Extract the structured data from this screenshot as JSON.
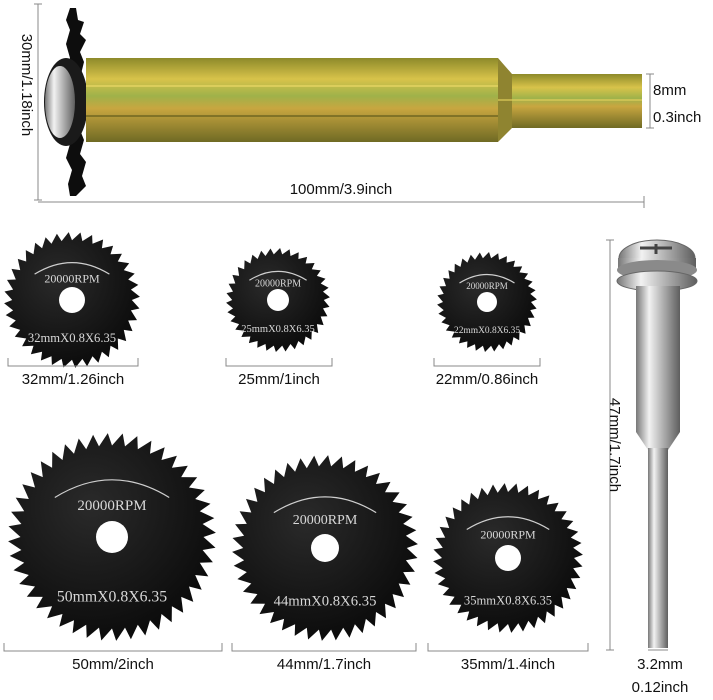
{
  "mandrel": {
    "height_label": "30mm/1.18inch",
    "shank_width_label": "8mm",
    "shank_width_label_inch": "0.3inch",
    "length_label": "100mm/3.9inch"
  },
  "blades": [
    {
      "rpm": "20000RPM",
      "spec": "32mmX0.8X6.35",
      "size_label": "32mm/1.26inch"
    },
    {
      "rpm": "20000RPM",
      "spec": "25mmX0.8X6.35",
      "size_label": "25mm/1inch"
    },
    {
      "rpm": "20000RPM",
      "spec": "22mmX0.8X6.35",
      "size_label": "22mm/0.86inch"
    },
    {
      "rpm": "20000RPM",
      "spec": "50mmX0.8X6.35",
      "size_label": "50mm/2inch"
    },
    {
      "rpm": "20000RPM",
      "spec": "44mmX0.8X6.35",
      "size_label": "44mm/1.7inch"
    },
    {
      "rpm": "20000RPM",
      "spec": "35mmX0.8X6.35",
      "size_label": "35mm/1.4inch"
    }
  ],
  "small_mandrel": {
    "length_label": "47mm/1.7inch",
    "shank_label": "3.2mm",
    "shank_label_inch": "0.12inch"
  },
  "colors": {
    "blade": "#0b0b0b",
    "brass": "#b4a43a",
    "steel": "#c8c8c8"
  }
}
